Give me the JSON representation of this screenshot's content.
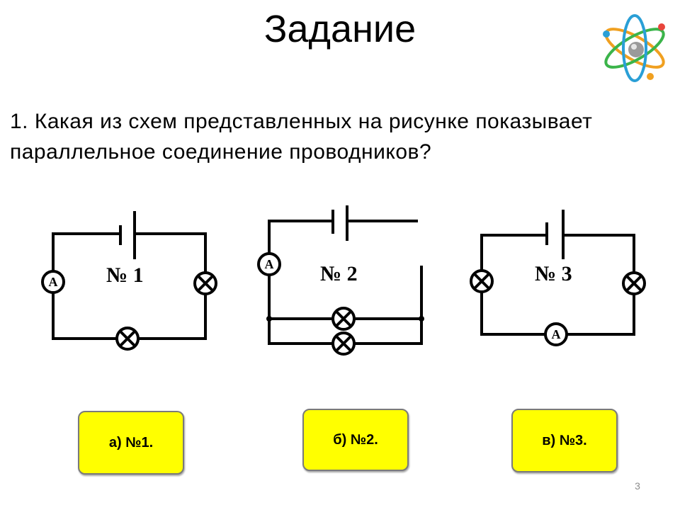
{
  "slide": {
    "title": "Задание",
    "question": "1. Какая из схем представленных на рисунке показывает параллельное соединение проводников?",
    "page_number": "3"
  },
  "circuits": [
    {
      "label": "№ 1",
      "ammeter_label": "A"
    },
    {
      "label": "№ 2",
      "ammeter_label": "A"
    },
    {
      "label": "№ 3",
      "ammeter_label": "A"
    }
  ],
  "answers": [
    {
      "label": "а) №1."
    },
    {
      "label": "б) №2."
    },
    {
      "label": "в) №3."
    }
  ],
  "colors": {
    "answer_bg": "#ffff00",
    "page_number": "#8c8c8c"
  },
  "icons": [
    "atom-icon"
  ]
}
